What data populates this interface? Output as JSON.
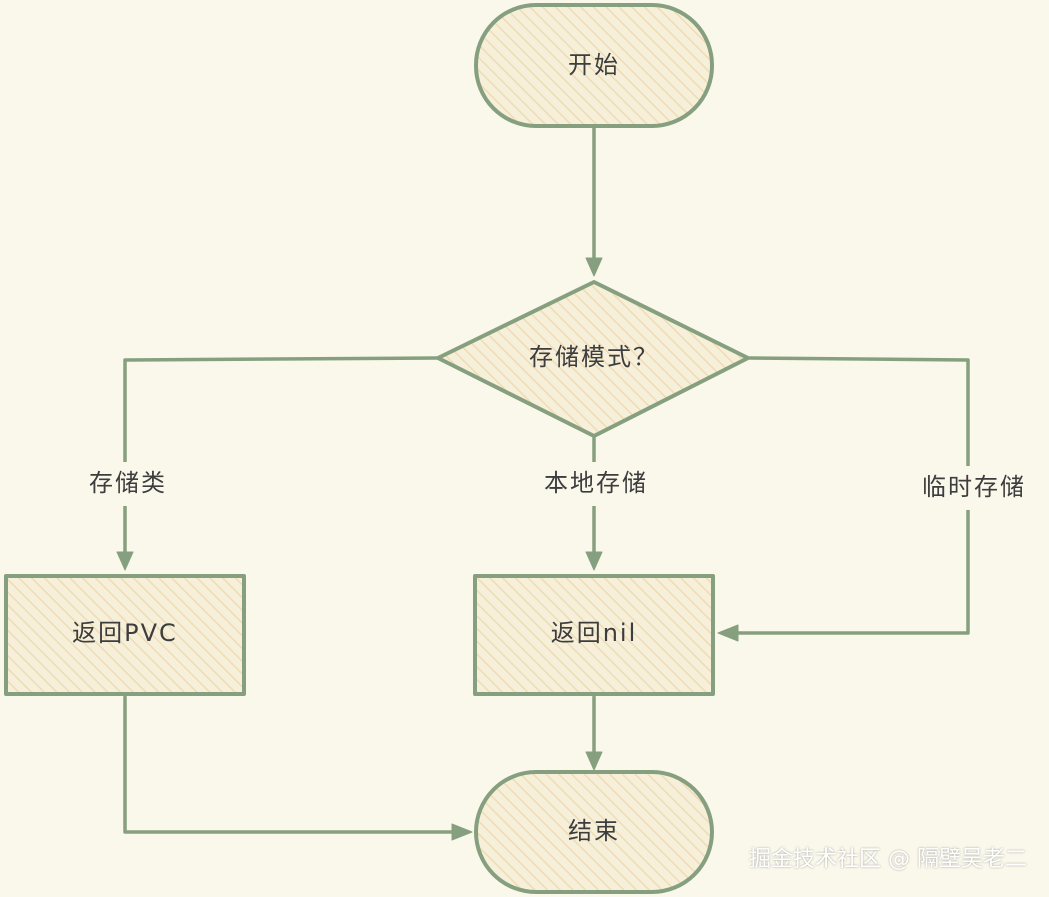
{
  "diagram": {
    "nodes": {
      "start": "开始",
      "decision": "存储模式？",
      "return_pvc": "返回PVC",
      "return_nil": "返回nil",
      "end": "结束"
    },
    "edges": {
      "storage_class": "存储类",
      "local_storage": "本地存储",
      "temp_storage": "临时存储"
    }
  },
  "watermark": "掘金技术社区 @ 隔壁吴老二",
  "colors": {
    "background": "#faf7eb",
    "stroke": "#86a07f",
    "fill": "#f6efd9",
    "hatch": "#efdcb5",
    "text": "#3d3d3d"
  }
}
